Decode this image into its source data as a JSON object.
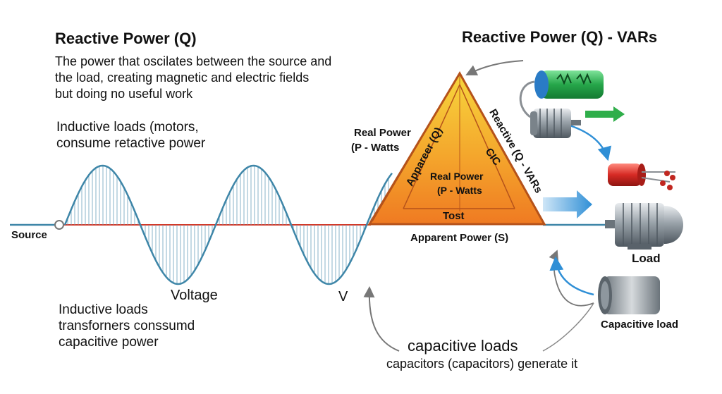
{
  "titles": {
    "left": "Reactive Power (Q)",
    "right": "Reactive Power (Q) - VARs"
  },
  "description": {
    "line1": "The power that oscilates between the source and",
    "line2": "the load, creating magnetic and electric fields",
    "line3": "but doing no useful work"
  },
  "inductive_top": {
    "line1": "Inductive loads (motors,",
    "line2": "consume retactive power"
  },
  "inductive_bottom": {
    "line1": "Inductive loads",
    "line2": "transforners conssumd",
    "line3": "capacitive power"
  },
  "wave": {
    "source_label": "Source",
    "voltage_label": "Voltage",
    "v_label": "V"
  },
  "triangle": {
    "real_power_outer_line1": "Real Power",
    "real_power_outer_line2": "(P - Watts",
    "apparent_side": "Appareer (Q)",
    "cic": "CIC",
    "real_power_inner_line1": "Real Power",
    "real_power_inner_line2": "(P - Watts",
    "tost": "Tost",
    "apparent_power": "Apparent Power (S)",
    "reactive_side": "Reactive (Q - VARs"
  },
  "capacitive": {
    "line1": "capacitive loads",
    "line2": "capacitors (capacitors) generate it"
  },
  "right_panel": {
    "load_label": "Load",
    "capacitive_load_label": "Capacitive load"
  },
  "colors": {
    "wave": "#3e86a8",
    "hatch": "#6aa0bd",
    "baseline_red": "#d23a2a",
    "triangle_top": "#f7d63d",
    "triangle_bottom": "#ef7a22",
    "triangle_edge": "#b5521a",
    "arrow_blue": "#2f8fd6",
    "arrow_green": "#2fae4a",
    "cap_red": "#d62a24"
  }
}
